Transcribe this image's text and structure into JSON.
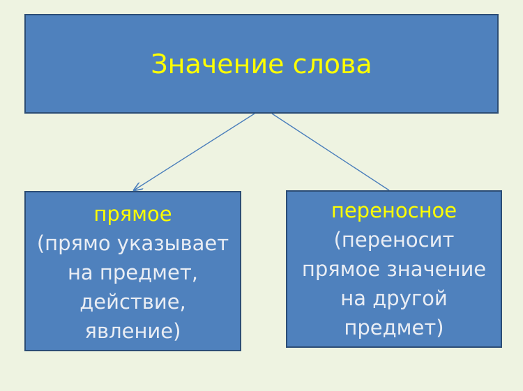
{
  "diagram": {
    "root": {
      "label": "Значение слова"
    },
    "left": {
      "heading": "прямое",
      "description_lines": [
        "(прямо указывает",
        "на предмет,",
        "действие,",
        "явление)"
      ]
    },
    "right": {
      "heading": "переносное",
      "description_lines": [
        "(переносит",
        "прямое значение",
        "на другой",
        "предмет)"
      ]
    }
  },
  "colors": {
    "background": "#eef3e1",
    "box_fill": "#4f81bd",
    "box_border": "#2c4d75",
    "title_text": "#ffff00",
    "body_text": "#e9edf4",
    "connector": "#4a7ebb"
  }
}
